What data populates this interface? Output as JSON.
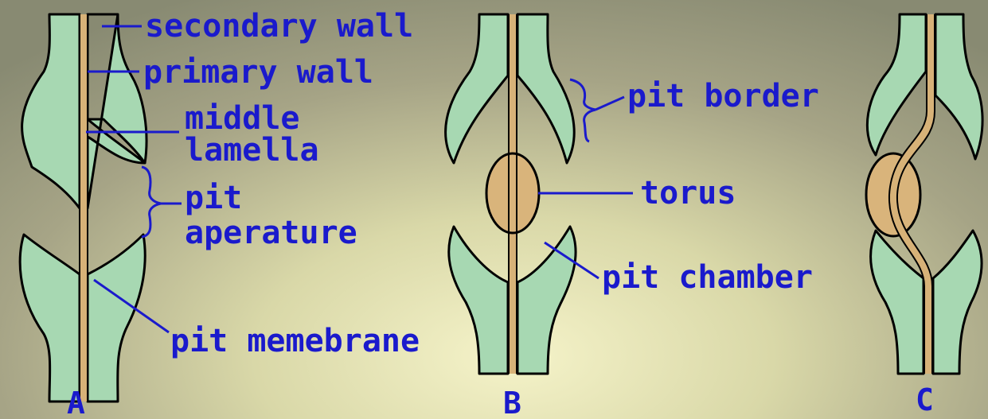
{
  "labels": {
    "secondary_wall": "secondary wall",
    "primary_wall": "primary wall",
    "middle_lamella_1": "middle",
    "middle_lamella_2": "lamella",
    "pit_aperature_1": "pit",
    "pit_aperature_2": "aperature",
    "pit_memebrane": "pit memebrane",
    "pit_border": "pit border",
    "torus": "torus",
    "pit_chamber": "pit chamber"
  },
  "panels": {
    "a": "A",
    "b": "B",
    "c": "C"
  },
  "colors": {
    "wall_fill": "#a7d8b2",
    "torus_fill": "#d9b47b",
    "membrane": "#d7b278",
    "label_text": "#1a1acc",
    "outline": "#000000"
  }
}
